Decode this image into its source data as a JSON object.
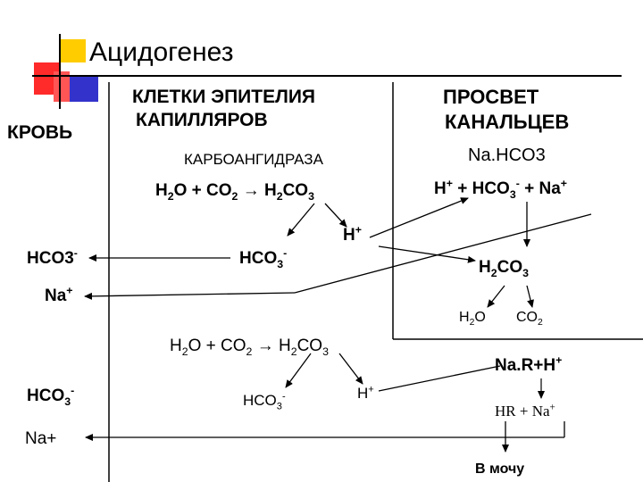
{
  "title": "Ацидогенез",
  "headers": {
    "blood": "КРОВЬ",
    "epithelium": "КЛЕТКИ ЭПИТЕЛИЯ КАПИЛЛЯРОВ",
    "epithelium_line1": "КЛЕТКИ ЭПИТЕЛИЯ",
    "epithelium_line2": "КАПИЛЛЯРОВ",
    "lumen_line1": "ПРОСВЕТ",
    "lumen_line2": "КАНАЛЬЦЕВ"
  },
  "enzyme": "КАРБОАНГИДРАЗА",
  "lumen_salt": "Na.HCO3",
  "reaction_top": {
    "h2o": "H",
    "h2o_sub": "2",
    "h2o_tail": "O + CO",
    "co2_sub": "2",
    "arrow": " → H",
    "h2co3_sub": "2",
    "h2co3_tail": "CO",
    "h2co3_sub2": "3"
  },
  "lumen_dissociation": {
    "h": "H",
    "plus": "+",
    "mid": " + HCO",
    "sub": "3",
    "minus": "-",
    "tail": " + Na",
    "na_plus": "+"
  },
  "h_ion_top": {
    "sym": "H",
    "charge": "+"
  },
  "hco3_blood_top": {
    "sym": "HCO3",
    "charge": "-"
  },
  "hco3_cell_top": {
    "sym": "HCO",
    "sub": "3",
    "charge": "-"
  },
  "h2co3_lumen": {
    "a": "H",
    "sub1": "2",
    "b": "CO",
    "sub2": "3"
  },
  "na_blood_top": {
    "sym": "Na",
    "charge": "+"
  },
  "h2o_lumen": {
    "a": "H",
    "sub": "2",
    "b": "O"
  },
  "co2_lumen": {
    "a": "CO",
    "sub": "2"
  },
  "reaction_bottom": {
    "h2o": "H",
    "h2o_sub": "2",
    "h2o_tail": "O + CO",
    "co2_sub": "2",
    "arrow": " → H",
    "h2co3_sub": "2",
    "h2co3_tail": "CO",
    "h2co3_sub2": "3"
  },
  "lumen_buffer": {
    "text": "Na.R+H",
    "charge": "+"
  },
  "hco3_blood_bottom": {
    "sym": "HCO",
    "sub": "3",
    "charge": "-"
  },
  "hco3_cell_bottom": {
    "sym": "HCO",
    "sub": "3",
    "charge": "-"
  },
  "h_ion_bottom": {
    "sym": "H",
    "charge": "+"
  },
  "hr_na": {
    "text": "HR + Na",
    "charge": "+"
  },
  "na_blood_bottom": "Na+",
  "urine": "В мочу",
  "colors": {
    "accent_red": "#ff2a2a",
    "accent_yellow": "#ffcc00",
    "accent_blue": "#3333cc",
    "line": "#000000",
    "title_line": "#000000"
  }
}
